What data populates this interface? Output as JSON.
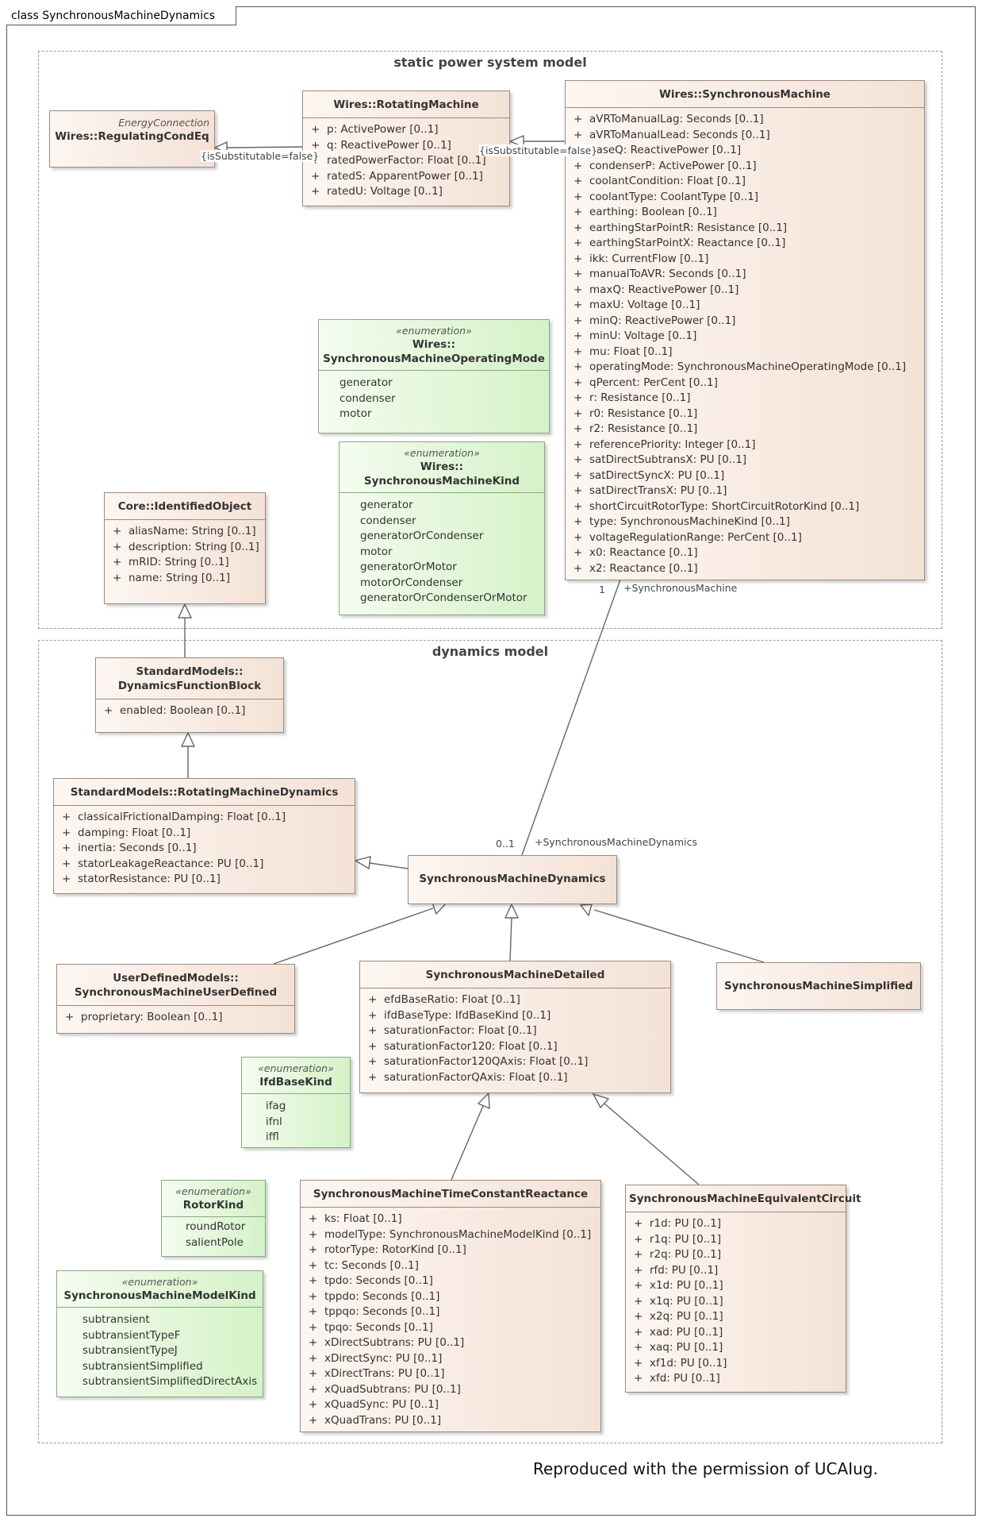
{
  "frame_title": "class SynchronousMachineDynamics",
  "packages": {
    "static": "static power system model",
    "dynamics": "dynamics model"
  },
  "classes": {
    "regulating": {
      "stereotype": "EnergyConnection",
      "name": "Wires::RegulatingCondEq",
      "attrs": []
    },
    "rotating": {
      "name": "Wires::RotatingMachine",
      "attrs": [
        [
          "+",
          "p: ActivePower [0..1]"
        ],
        [
          "+",
          "q: ReactivePower [0..1]"
        ],
        [
          "+",
          "ratedPowerFactor: Float [0..1]"
        ],
        [
          "+",
          "ratedS: ApparentPower [0..1]"
        ],
        [
          "+",
          "ratedU: Voltage [0..1]"
        ]
      ]
    },
    "synchronous": {
      "name": "Wires::SynchronousMachine",
      "attrs": [
        [
          "+",
          "aVRToManualLag: Seconds [0..1]"
        ],
        [
          "+",
          "aVRToManualLead: Seconds [0..1]"
        ],
        [
          "+",
          "baseQ: ReactivePower [0..1]"
        ],
        [
          "+",
          "condenserP: ActivePower [0..1]"
        ],
        [
          "+",
          "coolantCondition: Float [0..1]"
        ],
        [
          "+",
          "coolantType: CoolantType [0..1]"
        ],
        [
          "+",
          "earthing: Boolean [0..1]"
        ],
        [
          "+",
          "earthingStarPointR: Resistance [0..1]"
        ],
        [
          "+",
          "earthingStarPointX: Reactance [0..1]"
        ],
        [
          "+",
          "ikk: CurrentFlow [0..1]"
        ],
        [
          "+",
          "manualToAVR: Seconds [0..1]"
        ],
        [
          "+",
          "maxQ: ReactivePower [0..1]"
        ],
        [
          "+",
          "maxU: Voltage [0..1]"
        ],
        [
          "+",
          "minQ: ReactivePower [0..1]"
        ],
        [
          "+",
          "minU: Voltage [0..1]"
        ],
        [
          "+",
          "mu: Float [0..1]"
        ],
        [
          "+",
          "operatingMode: SynchronousMachineOperatingMode [0..1]"
        ],
        [
          "+",
          "qPercent: PerCent [0..1]"
        ],
        [
          "+",
          "r: Resistance [0..1]"
        ],
        [
          "+",
          "r0: Resistance [0..1]"
        ],
        [
          "+",
          "r2: Resistance [0..1]"
        ],
        [
          "+",
          "referencePriority: Integer [0..1]"
        ],
        [
          "+",
          "satDirectSubtransX: PU [0..1]"
        ],
        [
          "+",
          "satDirectSyncX: PU [0..1]"
        ],
        [
          "+",
          "satDirectTransX: PU [0..1]"
        ],
        [
          "+",
          "shortCircuitRotorType: ShortCircuitRotorKind [0..1]"
        ],
        [
          "+",
          "type: SynchronousMachineKind [0..1]"
        ],
        [
          "+",
          "voltageRegulationRange: PerCent [0..1]"
        ],
        [
          "+",
          "x0: Reactance [0..1]"
        ],
        [
          "+",
          "x2: Reactance [0..1]"
        ]
      ]
    },
    "identified": {
      "name": "Core::IdentifiedObject",
      "attrs": [
        [
          "+",
          "aliasName: String [0..1]"
        ],
        [
          "+",
          "description: String [0..1]"
        ],
        [
          "+",
          "mRID: String [0..1]"
        ],
        [
          "+",
          "name: String [0..1]"
        ]
      ]
    },
    "dfb": {
      "name1": "StandardModels::",
      "name2": "DynamicsFunctionBlock",
      "attrs": [
        [
          "+",
          "enabled: Boolean [0..1]"
        ]
      ]
    },
    "rmd": {
      "name": "StandardModels::RotatingMachineDynamics",
      "attrs": [
        [
          "+",
          "classicalFrictionalDamping: Float [0..1]"
        ],
        [
          "+",
          "damping: Float [0..1]"
        ],
        [
          "+",
          "inertia: Seconds [0..1]"
        ],
        [
          "+",
          "statorLeakageReactance: PU [0..1]"
        ],
        [
          "+",
          "statorResistance: PU [0..1]"
        ]
      ]
    },
    "smd": {
      "name": "SynchronousMachineDynamics",
      "attrs": []
    },
    "userdef": {
      "name1": "UserDefinedModels::",
      "name2": "SynchronousMachineUserDefined",
      "attrs": [
        [
          "+",
          "proprietary: Boolean [0..1]"
        ]
      ]
    },
    "detailed": {
      "name": "SynchronousMachineDetailed",
      "attrs": [
        [
          "+",
          "efdBaseRatio: Float [0..1]"
        ],
        [
          "+",
          "ifdBaseType: IfdBaseKind [0..1]"
        ],
        [
          "+",
          "saturationFactor: Float [0..1]"
        ],
        [
          "+",
          "saturationFactor120: Float [0..1]"
        ],
        [
          "+",
          "saturationFactor120QAxis: Float [0..1]"
        ],
        [
          "+",
          "saturationFactorQAxis: Float [0..1]"
        ]
      ]
    },
    "simplified": {
      "name": "SynchronousMachineSimplified",
      "attrs": []
    },
    "tcr": {
      "name": "SynchronousMachineTimeConstantReactance",
      "attrs": [
        [
          "+",
          "ks: Float [0..1]"
        ],
        [
          "+",
          "modelType: SynchronousMachineModelKind [0..1]"
        ],
        [
          "+",
          "rotorType: RotorKind [0..1]"
        ],
        [
          "+",
          "tc: Seconds [0..1]"
        ],
        [
          "+",
          "tpdo: Seconds [0..1]"
        ],
        [
          "+",
          "tppdo: Seconds [0..1]"
        ],
        [
          "+",
          "tppqo: Seconds [0..1]"
        ],
        [
          "+",
          "tpqo: Seconds [0..1]"
        ],
        [
          "+",
          "xDirectSubtrans: PU [0..1]"
        ],
        [
          "+",
          "xDirectSync: PU [0..1]"
        ],
        [
          "+",
          "xDirectTrans: PU [0..1]"
        ],
        [
          "+",
          "xQuadSubtrans: PU [0..1]"
        ],
        [
          "+",
          "xQuadSync: PU [0..1]"
        ],
        [
          "+",
          "xQuadTrans: PU [0..1]"
        ]
      ]
    },
    "eqc": {
      "name": "SynchronousMachineEquivalentCircuit",
      "attrs": [
        [
          "+",
          "r1d: PU [0..1]"
        ],
        [
          "+",
          "r1q: PU [0..1]"
        ],
        [
          "+",
          "r2q: PU [0..1]"
        ],
        [
          "+",
          "rfd: PU [0..1]"
        ],
        [
          "+",
          "x1d: PU [0..1]"
        ],
        [
          "+",
          "x1q: PU [0..1]"
        ],
        [
          "+",
          "x2q: PU [0..1]"
        ],
        [
          "+",
          "xad: PU [0..1]"
        ],
        [
          "+",
          "xaq: PU [0..1]"
        ],
        [
          "+",
          "xf1d: PU [0..1]"
        ],
        [
          "+",
          "xfd: PU [0..1]"
        ]
      ]
    }
  },
  "enums": {
    "opmode": {
      "stereotype": "«enumeration»",
      "name1": "Wires::",
      "name2": "SynchronousMachineOperatingMode",
      "literals": [
        "generator",
        "condenser",
        "motor"
      ]
    },
    "kind": {
      "stereotype": "«enumeration»",
      "name1": "Wires::",
      "name2": "SynchronousMachineKind",
      "literals": [
        "generator",
        "condenser",
        "generatorOrCondenser",
        "motor",
        "generatorOrMotor",
        "motorOrCondenser",
        "generatorOrCondenserOrMotor"
      ]
    },
    "ifd": {
      "stereotype": "«enumeration»",
      "name": "IfdBaseKind",
      "literals": [
        "ifag",
        "ifnl",
        "iffl"
      ]
    },
    "rotor": {
      "stereotype": "«enumeration»",
      "name": "RotorKind",
      "literals": [
        "roundRotor",
        "salientPole"
      ]
    },
    "model": {
      "stereotype": "«enumeration»",
      "name": "SynchronousMachineModelKind",
      "literals": [
        "subtransient",
        "subtransientTypeF",
        "subtransientTypeJ",
        "subtransientSimplified",
        "subtransientSimplifiedDirectAxis"
      ]
    }
  },
  "labels": {
    "substitutable_1": "{isSubstitutable=false}",
    "substitutable_2": "{isSubstitutable=false}",
    "mult_sm": "1",
    "role_sm": "+SynchronousMachine",
    "mult_smd": "0..1",
    "role_smd": "+SynchronousMachineDynamics"
  },
  "footer": "Reproduced with the permission of UCAIug."
}
